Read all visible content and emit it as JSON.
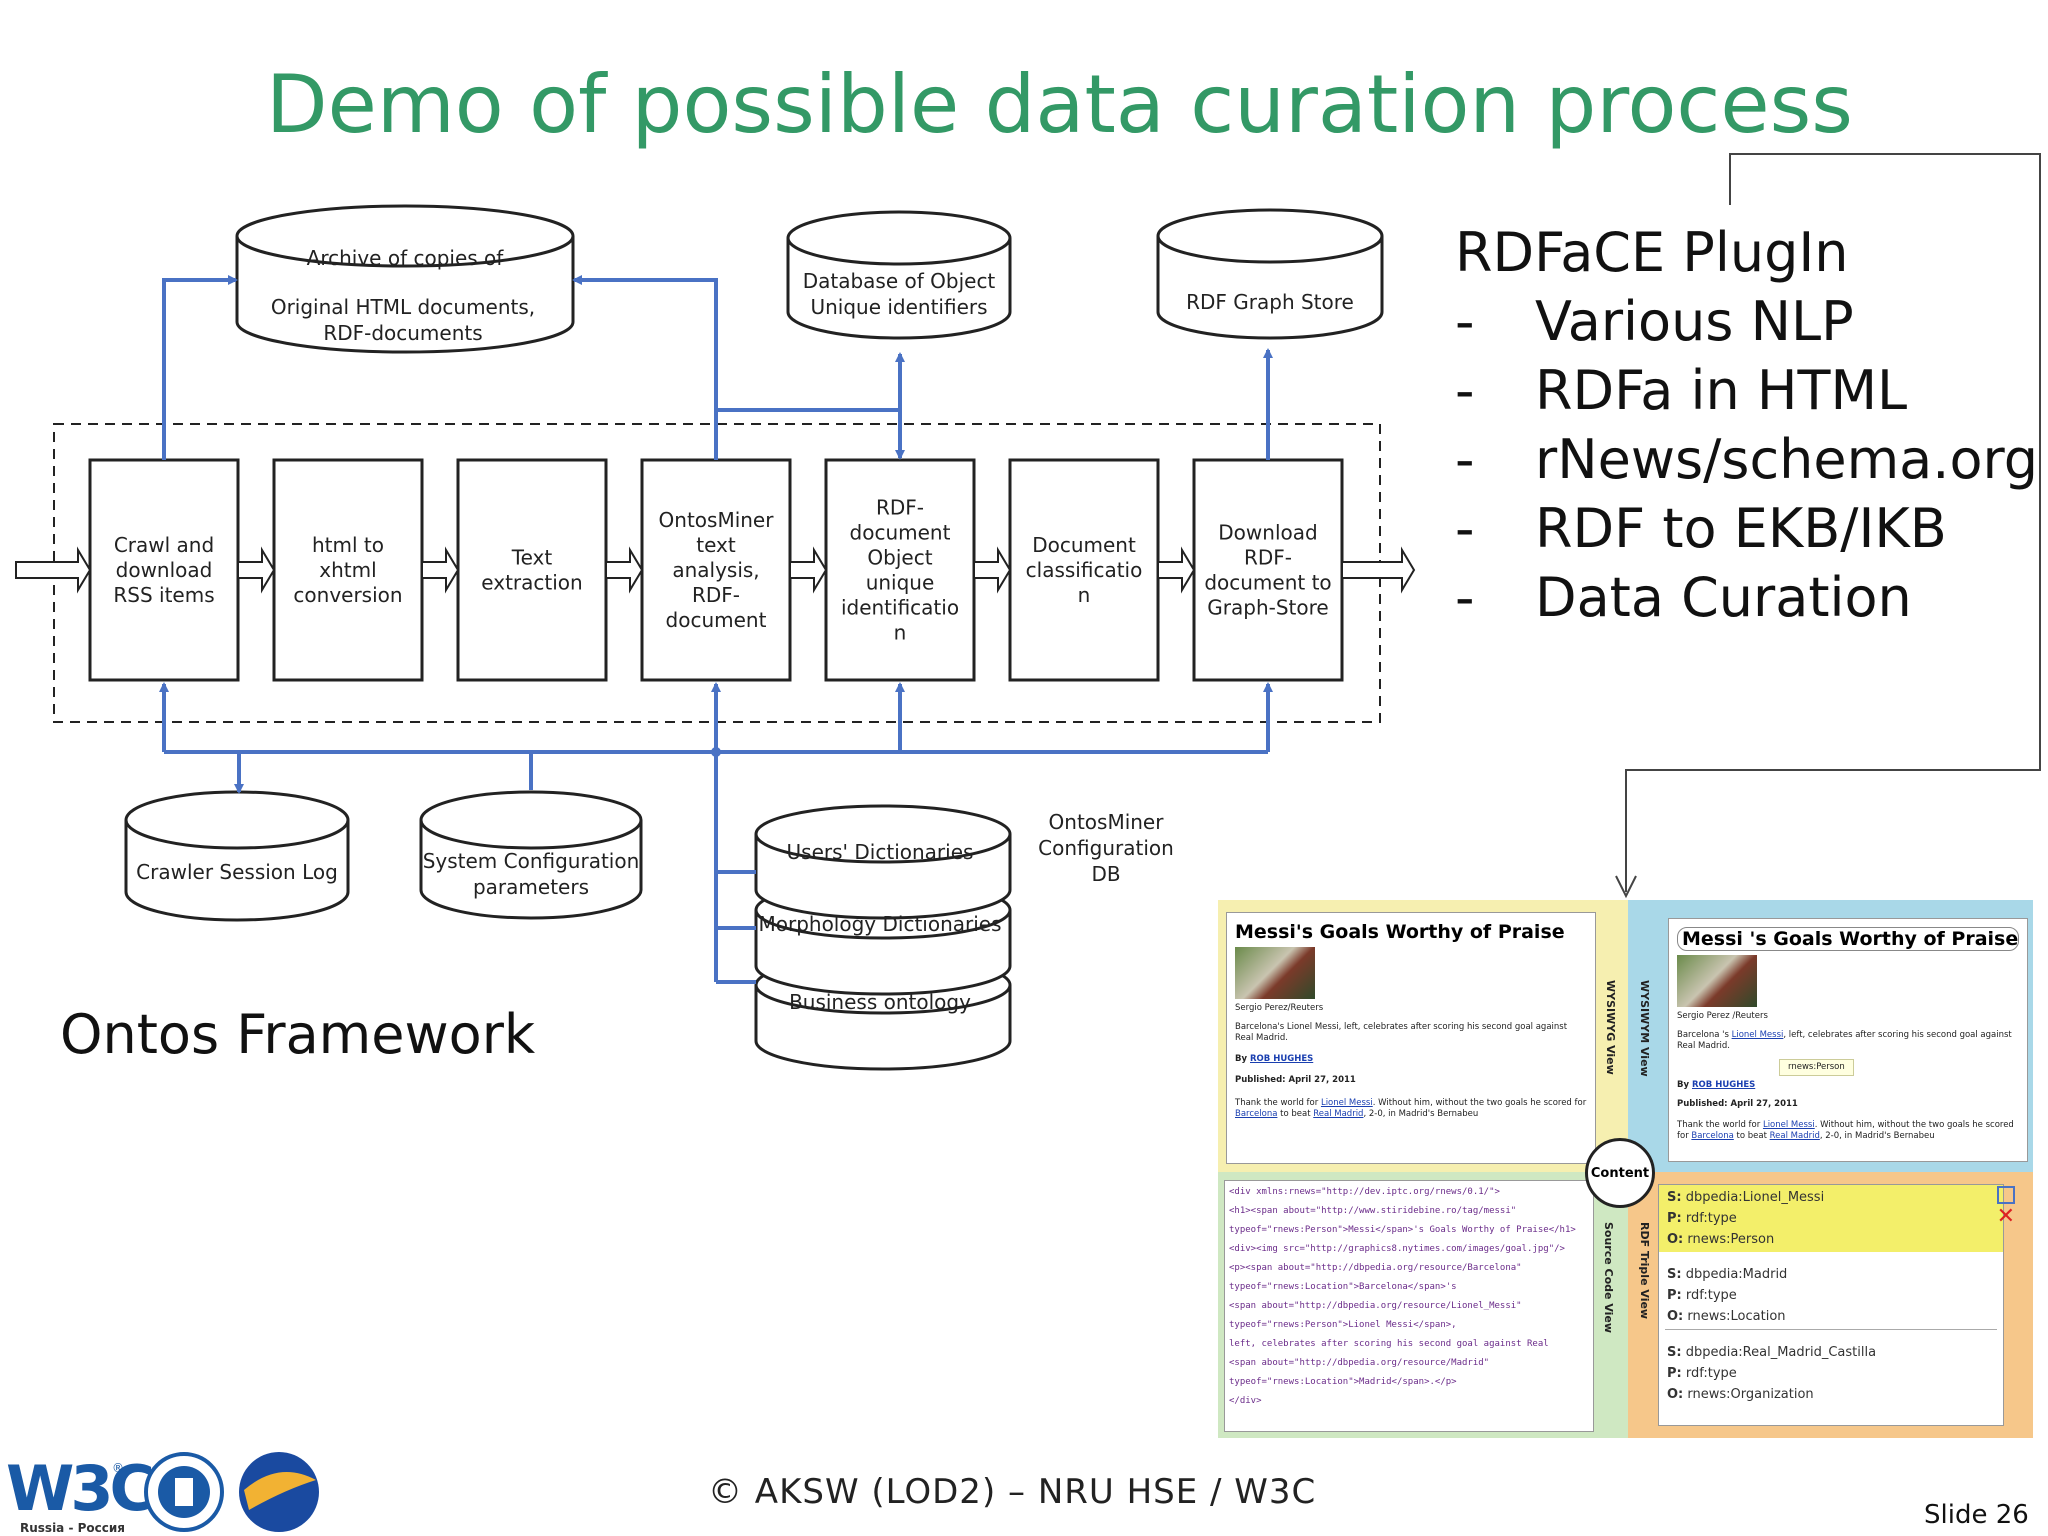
{
  "title": "Demo of possible data curation process",
  "diagram": {
    "stores_top": {
      "archive": [
        "Archive of copies of",
        "Original HTML documents,",
        "RDF-documents"
      ],
      "object_db": [
        "Database of Object",
        "Unique identifiers"
      ],
      "graph_store": [
        "RDF Graph Store"
      ]
    },
    "process_steps": [
      [
        "Crawl and",
        "download",
        "RSS items"
      ],
      [
        "html to",
        "xhtml",
        "conversion"
      ],
      [
        "Text",
        "extraction"
      ],
      [
        "OntosMiner",
        "text",
        "analysis,",
        "RDF-",
        "document"
      ],
      [
        "RDF-",
        "document",
        "Object",
        "unique",
        "identificatio",
        "n"
      ],
      [
        "Document",
        "classificatio",
        "n"
      ],
      [
        "Download",
        "RDF-",
        "document to",
        "Graph-Store"
      ]
    ],
    "stores_bottom": {
      "crawler_log": [
        "Crawler Session Log"
      ],
      "sys_config": [
        "System Configuration",
        "parameters"
      ],
      "users_dict": [
        "Users' Dictionaries"
      ],
      "morph_dict": [
        "Morphology Dictionaries"
      ],
      "business": [
        "Business ontology"
      ]
    },
    "config_db_label": [
      "OntosMiner",
      "Configuration",
      "DB"
    ],
    "colors": {
      "arrow": "#4a72c4",
      "box": "#222222"
    }
  },
  "framework_label": "Ontos Framework",
  "rdface": {
    "heading": "RDFaCE PlugIn",
    "items": [
      {
        "bullet": "-",
        "text": "Various NLP"
      },
      {
        "bullet": "-",
        "text": "RDFa in HTML"
      },
      {
        "bullet": "-",
        "text": "rNews/schema.org"
      },
      {
        "bullet": "-",
        "text": "RDF to EKB/IKB"
      },
      {
        "bullet": "-",
        "text": "Data Curation"
      }
    ]
  },
  "screenshot": {
    "wysiwyg": {
      "title": "Messi's Goals Worthy of Praise",
      "credit": "Sergio Perez/Reuters",
      "caption": "Barcelona's Lionel Messi, left, celebrates after scoring his second goal against Real Madrid.",
      "by_prefix": "By",
      "author": "ROB HUGHES",
      "published": "Published: April 27, 2011",
      "body_1": "Thank the world for",
      "body_link1": "Lionel Messi",
      "body_2": ". Without him, without the two goals he scored for",
      "body_link2": "Barcelona",
      "body_3": "to beat",
      "body_link3": "Real Madrid",
      "body_4": ", 2-0, in Madrid's Bernabeu",
      "side_label": "WYSIWYG View"
    },
    "wysiwym": {
      "title": "Messi 's Goals Worthy of Praise",
      "credit": "Sergio Perez /Reuters",
      "caption_a": "Barcelona 's",
      "caption_link": "Lionel Messi",
      "caption_b": ", left, celebrates after scoring his second goal against Real Madrid.",
      "tooltip": "rnews:Person",
      "by_prefix": "By",
      "author": "ROB HUGHES",
      "published": "Published: April 27, 2011",
      "body_1": "Thank the world for",
      "body_link1": "Lionel Messi",
      "body_2": ". Without him, without the two goals he scored for",
      "body_link2": "Barcelona",
      "body_3": "to beat",
      "body_link3": "Real Madrid",
      "body_4": ", 2-0, in Madrid's Bernabeu",
      "side_label": "WYSIWYM View"
    },
    "content_label": "Content",
    "source": {
      "side_label": "Source Code View",
      "lines": [
        "<div xmlns:rnews=\"http://dev.iptc.org/rnews/0.1/\">",
        "<h1><span about=\"http://www.stiridebine.ro/tag/messi\"",
        " typeof=\"rnews:Person\">Messi</span>'s Goals Worthy of Praise</h1>",
        "<div><img src=\"http://graphics8.nytimes.com/images/goal.jpg\"/>",
        "<p><span about=\"http://dbpedia.org/resource/Barcelona\"",
        " typeof=\"rnews:Location\">Barcelona</span>'s",
        " <span about=\"http://dbpedia.org/resource/Lionel_Messi\"",
        " typeof=\"rnews:Person\">Lionel Messi</span>,",
        " left, celebrates after scoring his second goal against Real",
        " <span about=\"http://dbpedia.org/resource/Madrid\"",
        " typeof=\"rnews:Location\">Madrid</span>.</p>",
        "</div>"
      ]
    },
    "triples": {
      "side_label": "RDF Triple View",
      "items": [
        {
          "s": "dbpedia:Lionel_Messi",
          "p": "rdf:type",
          "o": "rnews:Person"
        },
        {
          "s": "dbpedia:Madrid",
          "p": "rdf:type",
          "o": "rnews:Location"
        },
        {
          "s": "dbpedia:Real_Madrid_Castilla",
          "p": "rdf:type",
          "o": "rnews:Organization"
        }
      ],
      "s_label": "S:",
      "p_label": "P:",
      "o_label": "O:"
    }
  },
  "footer": "© AKSW (LOD2) – NRU HSE / W3C",
  "slide_number": "Slide 26",
  "logos": {
    "w3c": "W3C",
    "w3c_sub": "Russia - Россия",
    "reg": "®"
  }
}
